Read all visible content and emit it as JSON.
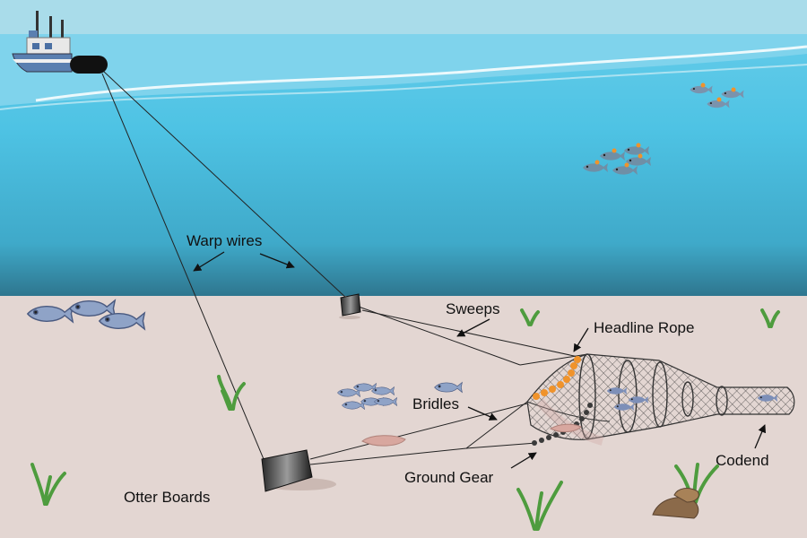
{
  "diagram": {
    "labels": {
      "warp_wires": "Warp wires",
      "sweeps": "Sweeps",
      "headline_rope": "Headline Rope",
      "bridles": "Bridles",
      "otter_boards": "Otter Boards",
      "ground_gear": "Ground Gear",
      "codend": "Codend"
    }
  },
  "colors": {
    "sky": "#a9dcea",
    "water_surface": "#7fd3ec",
    "water": "#4fc3e4",
    "water_deep": "#2f7f98",
    "seabed": "#e3d6d2",
    "net_mesh": "#333333",
    "float_orange": "#f0932b",
    "fish_blue": "#8fa3c7",
    "seaweed": "#4e9c3e"
  }
}
